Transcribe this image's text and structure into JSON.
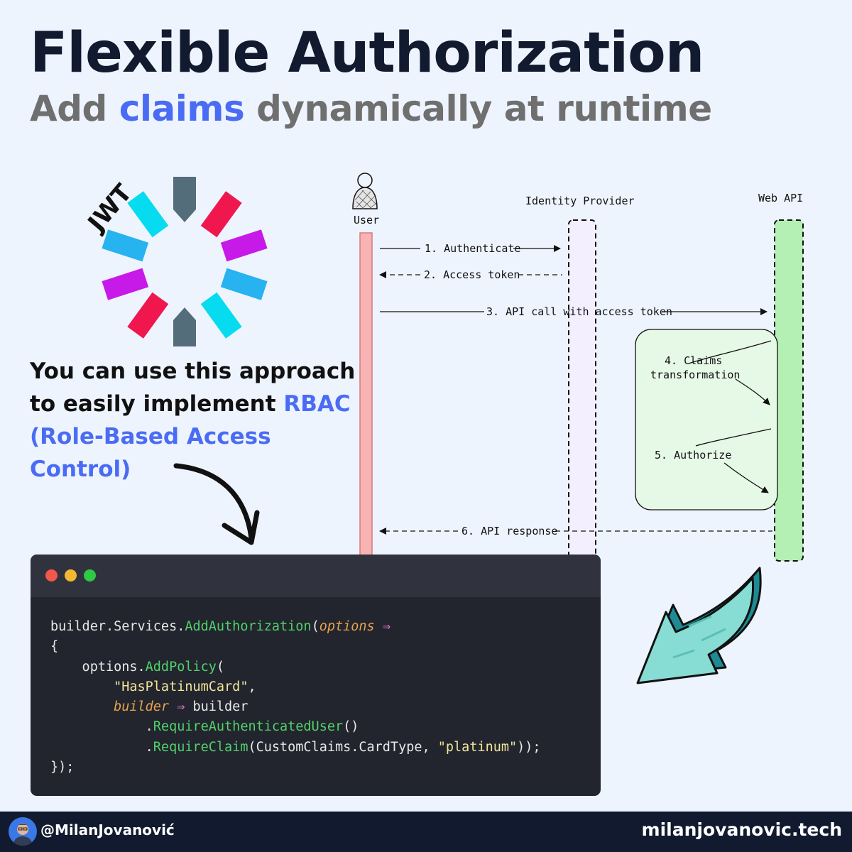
{
  "header": {
    "title": "Flexible Authorization",
    "subtitle_prefix": "Add ",
    "subtitle_accent": "claims",
    "subtitle_suffix": " dynamically at runtime"
  },
  "logo": {
    "label": "JWT"
  },
  "rbac": {
    "text_before": "You can use this approach to easily implement ",
    "accent": "RBAC (Role-Based Access Control)"
  },
  "diagram": {
    "actors": {
      "user": "User",
      "idp": "Identity Provider",
      "api": "Web API"
    },
    "steps": {
      "s1": "1. Authenticate",
      "s2": "2. Access token",
      "s3": "3. API call with access token",
      "s4a": "4. Claims",
      "s4b": "transformation",
      "s5": "5. Authorize",
      "s6": "6. API response"
    }
  },
  "code": {
    "t1": "builder.Services.",
    "t2": "AddAuthorization",
    "t3": "(",
    "t4": "options",
    "t5": " ⇒",
    "t6": "{",
    "t7": "    options.",
    "t8": "AddPolicy",
    "t9": "(",
    "t10": "        ",
    "t11": "\"HasPlatinumCard\"",
    "t12": ",",
    "t13": "        ",
    "t14": "builder",
    "t15": " ⇒",
    "t16": " builder",
    "t17": "            .",
    "t18": "RequireAuthenticatedUser",
    "t19": "()",
    "t20": "            .",
    "t21": "RequireClaim",
    "t22": "(CustomClaims.CardType, ",
    "t23": "\"platinum\"",
    "t24": "));",
    "t25": "});"
  },
  "footer": {
    "handle": "@MilanJovanović",
    "site": "milanjovanovic.tech"
  },
  "colors": {
    "accent": "#4a6cf4",
    "title": "#111a2e",
    "jwt_red": "#f0174f",
    "jwt_cyan": "#06dbf0",
    "jwt_purple": "#c719e8",
    "jwt_blue": "#27b2f0",
    "jwt_slate": "#546d7a"
  }
}
